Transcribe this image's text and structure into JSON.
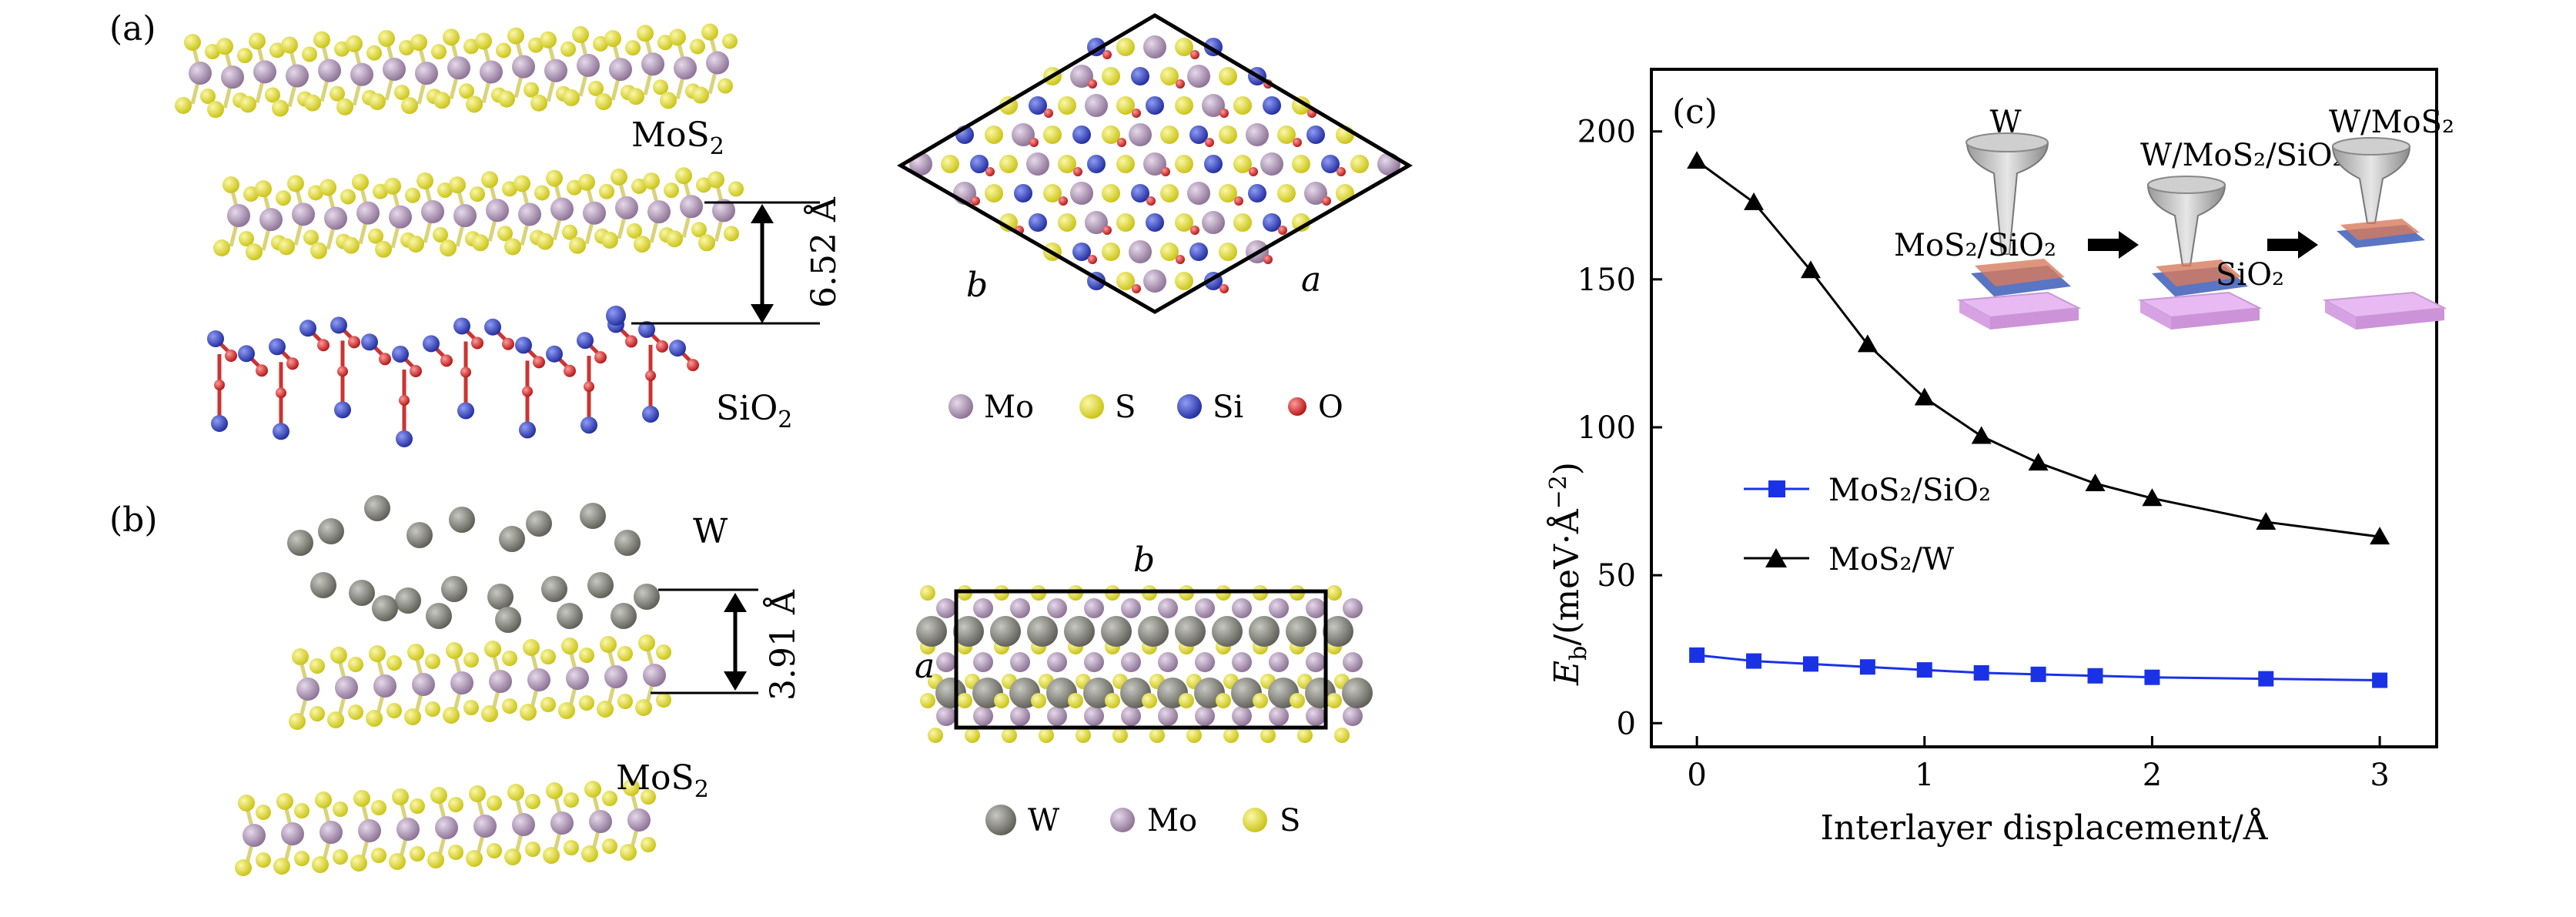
{
  "panels": {
    "a": {
      "label": "(a)",
      "mos2": "MoS",
      "mos2_sub": "2",
      "sio2": "SiO",
      "sio2_sub": "2",
      "distance": "6.52 Å",
      "axis_a": "a",
      "axis_b": "b",
      "legend": [
        {
          "label": "Mo",
          "color": "#a08aa8"
        },
        {
          "label": "S",
          "color": "#e3de2c"
        },
        {
          "label": "Si",
          "color": "#3545c8"
        },
        {
          "label": "O",
          "color": "#d62a2a"
        }
      ]
    },
    "b": {
      "label": "(b)",
      "w": "W",
      "mos2": "MoS",
      "mos2_sub": "2",
      "distance": "3.91 Å",
      "axis_a": "a",
      "axis_b": "b",
      "legend": [
        {
          "label": "W",
          "color": "#7a7a72"
        },
        {
          "label": "Mo",
          "color": "#a08aa8"
        },
        {
          "label": "S",
          "color": "#e3de2c"
        }
      ]
    },
    "c": {
      "label": "(c)",
      "inset": {
        "w": "W",
        "w_mos2_sio2": "W/MoS₂/SiO₂",
        "w_mos2": "W/MoS₂",
        "mos2_sio2": "MoS₂/SiO₂",
        "sio2": "SiO₂"
      }
    }
  },
  "chart_data": {
    "type": "line",
    "xlabel": "Interlayer displacement/Å",
    "ylabel": "E_b/(meV·Å⁻²)",
    "ylabel_main": "E",
    "ylabel_sub": "b",
    "ylabel_rest": "/(meV·Å",
    "ylabel_sup": "−2",
    "ylabel_end": ")",
    "xlim": [
      -0.2,
      3.25
    ],
    "ylim": [
      -8,
      221
    ],
    "xticks": [
      0,
      1,
      2,
      3
    ],
    "yticks": [
      0,
      50,
      100,
      150,
      200
    ],
    "legend_position": "center-left",
    "series": [
      {
        "name": "MoS₂/SiO₂",
        "color": "#1a32e6",
        "marker": "square",
        "x": [
          0,
          0.25,
          0.5,
          0.75,
          1.0,
          1.25,
          1.5,
          1.75,
          2.0,
          2.5,
          3.0
        ],
        "y": [
          23,
          21,
          20,
          19,
          18,
          17,
          16.5,
          16,
          15.5,
          15,
          14.5
        ]
      },
      {
        "name": "MoS₂/W",
        "color": "#000000",
        "marker": "triangle",
        "x": [
          0,
          0.25,
          0.5,
          0.75,
          1.0,
          1.25,
          1.5,
          1.75,
          2.0,
          2.5,
          3.0
        ],
        "y": [
          190,
          176,
          153,
          128,
          110,
          97,
          88,
          81,
          76,
          68,
          63
        ]
      }
    ]
  }
}
